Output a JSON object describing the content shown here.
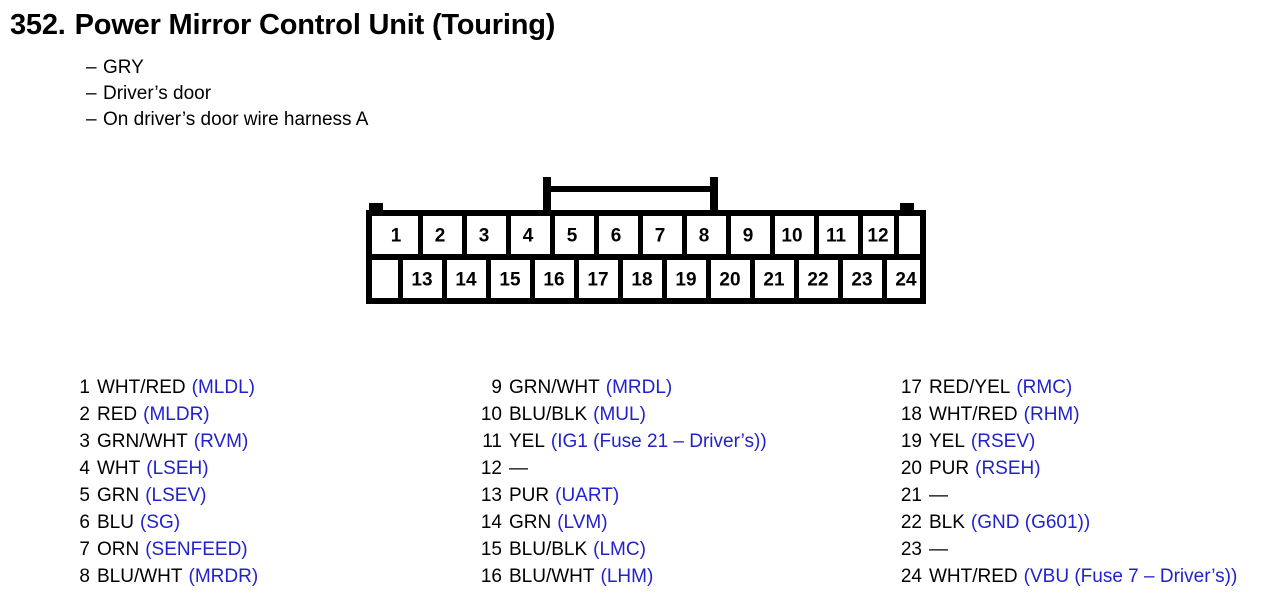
{
  "header": {
    "number": "352.",
    "title": "Power Mirror Control Unit (Touring)",
    "attributes": [
      "GRY",
      "Driver’s door",
      "On driver’s door wire harness A"
    ],
    "dash": "–"
  },
  "connector": {
    "top_row_pins": [
      "1",
      "2",
      "3",
      "4",
      "5",
      "6",
      "7",
      "8",
      "9",
      "10",
      "11",
      "12"
    ],
    "bottom_row_pins": [
      "13",
      "14",
      "15",
      "16",
      "17",
      "18",
      "19",
      "20",
      "21",
      "22",
      "23",
      "24"
    ],
    "total_pins": 24
  },
  "pin_list": {
    "columns": [
      {
        "rows": [
          {
            "index": "1",
            "color": "WHT/RED",
            "circuit": "(MLDL)"
          },
          {
            "index": "2",
            "color": "RED",
            "circuit": "(MLDR)"
          },
          {
            "index": "3",
            "color": "GRN/WHT",
            "circuit": "(RVM)"
          },
          {
            "index": "4",
            "color": "WHT",
            "circuit": "(LSEH)"
          },
          {
            "index": "5",
            "color": "GRN",
            "circuit": "(LSEV)"
          },
          {
            "index": "6",
            "color": "BLU",
            "circuit": "(SG)"
          },
          {
            "index": "7",
            "color": "ORN",
            "circuit": "(SENFEED)"
          },
          {
            "index": "8",
            "color": "BLU/WHT",
            "circuit": "(MRDR)"
          }
        ]
      },
      {
        "rows": [
          {
            "index": "9",
            "color": "GRN/WHT",
            "circuit": "(MRDL)"
          },
          {
            "index": "10",
            "color": "BLU/BLK",
            "circuit": "(MUL)"
          },
          {
            "index": "11",
            "color": "YEL",
            "circuit": "(IG1 (Fuse 21 – Driver’s))"
          },
          {
            "index": "12",
            "color": "—",
            "circuit": ""
          },
          {
            "index": "13",
            "color": "PUR",
            "circuit": "(UART)"
          },
          {
            "index": "14",
            "color": "GRN",
            "circuit": "(LVM)"
          },
          {
            "index": "15",
            "color": "BLU/BLK",
            "circuit": "(LMC)"
          },
          {
            "index": "16",
            "color": "BLU/WHT",
            "circuit": "(LHM)"
          }
        ]
      },
      {
        "rows": [
          {
            "index": "17",
            "color": "RED/YEL",
            "circuit": "(RMC)"
          },
          {
            "index": "18",
            "color": "WHT/RED",
            "circuit": "(RHM)"
          },
          {
            "index": "19",
            "color": "YEL",
            "circuit": "(RSEV)"
          },
          {
            "index": "20",
            "color": "PUR",
            "circuit": "(RSEH)"
          },
          {
            "index": "21",
            "color": "—",
            "circuit": ""
          },
          {
            "index": "22",
            "color": "BLK",
            "circuit": "(GND (G601))"
          },
          {
            "index": "23",
            "color": "—",
            "circuit": ""
          },
          {
            "index": "24",
            "color": "WHT/RED",
            "circuit": "(VBU (Fuse 7 – Driver’s))"
          }
        ]
      }
    ]
  },
  "colors": {
    "text": "#000000",
    "circuit": "#2222cc",
    "background": "#ffffff",
    "connector_outline": "#000000"
  }
}
